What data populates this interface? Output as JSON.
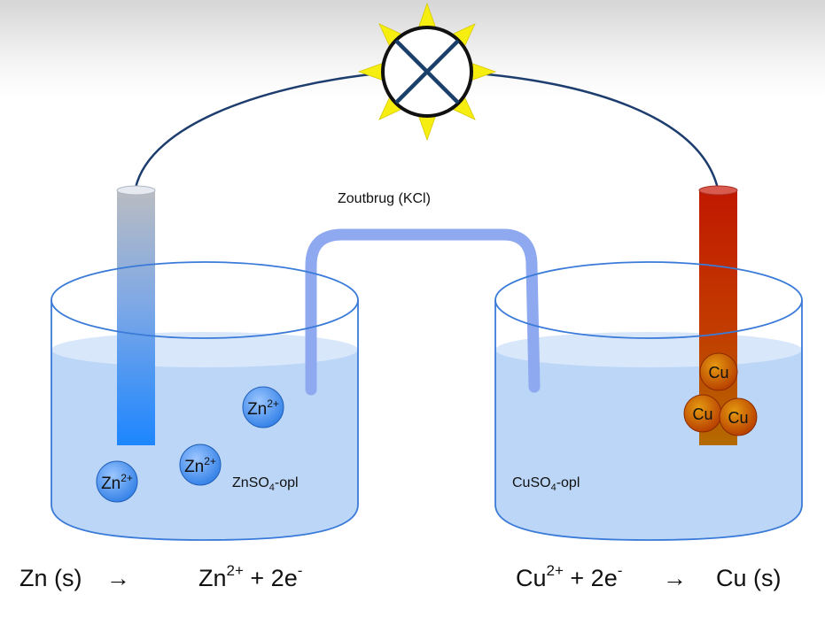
{
  "salt_bridge_label": "Zoutbrug (KCl)",
  "left_beaker": {
    "solution": {
      "main": "ZnSO",
      "sub": "4",
      "suffix": "-opl"
    },
    "ions": [
      {
        "base": "Zn",
        "charge": "2+"
      },
      {
        "base": "Zn",
        "charge": "2+"
      },
      {
        "base": "Zn",
        "charge": "2+"
      }
    ]
  },
  "right_beaker": {
    "solution": {
      "main": "CuSO",
      "sub": "4",
      "suffix": "-opl"
    },
    "atoms": [
      "Cu",
      "Cu",
      "Cu"
    ]
  },
  "equations": {
    "left": {
      "reactant": "Zn (s)",
      "arrow": "→",
      "product_base": "Zn",
      "product_charge": "2+",
      "product_rest": " + 2e",
      "electron_charge": "-"
    },
    "right": {
      "reactant_base": "Cu",
      "reactant_charge": "2+",
      "reactant_rest": " + 2e",
      "electron_charge": "-",
      "arrow": "→",
      "product": "Cu (s)"
    }
  },
  "colors": {
    "wire": "#1c3d6e",
    "zinc_electrode": "#3a8ef5",
    "copper_electrode": "#b83800",
    "solution": "#bcd6f7",
    "salt_bridge": "#8ea9ef",
    "lamp_rays": "#f5ee10"
  }
}
